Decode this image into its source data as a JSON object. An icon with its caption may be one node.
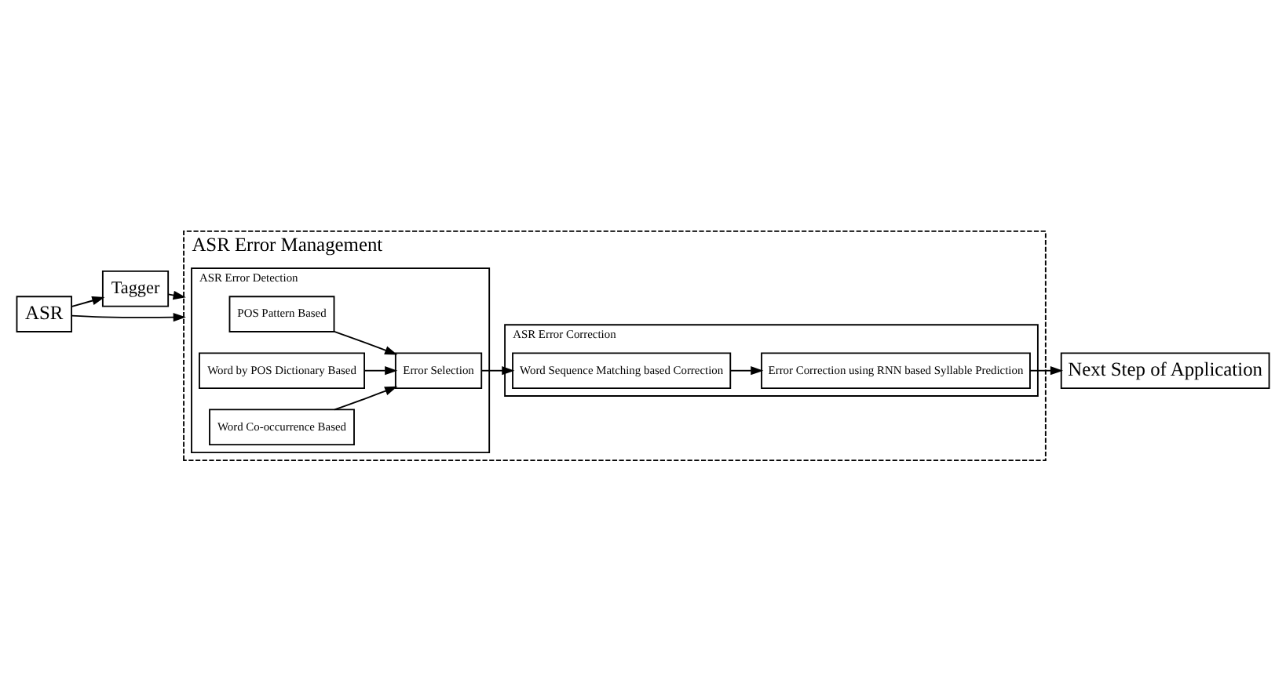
{
  "diagram": {
    "nodes": [
      {
        "text": [
          "ASR"
        ]
      },
      {
        "text": [
          "Tagger"
        ]
      },
      {
        "text": [
          "ASR Error Management"
        ]
      },
      {
        "text": [
          "ASR Error Detection"
        ],
        "in": 2
      },
      {
        "text": [
          "POS Pattern Based"
        ],
        "in": 3
      },
      {
        "text": [
          "Word by POS Dictionary Based"
        ],
        "in": 3
      },
      {
        "text": [
          "Word Co-occurrence Based"
        ],
        "in": 3
      },
      {
        "text": [
          "Error Selection"
        ],
        "in": 3
      },
      {
        "text": [
          "ASR Error Correction"
        ],
        "in": 2
      },
      {
        "text": [
          "Word Sequence Matching based Correction"
        ],
        "in": 8
      },
      {
        "text": [
          "Error Correction using RNN based Syllable Prediction"
        ],
        "in": 8
      },
      {
        "text": [
          "Next Step of Application"
        ]
      }
    ],
    "edges": [
      {
        "from": 0,
        "to": 1,
        "arrow": "to"
      },
      {
        "from": 0,
        "to": 2,
        "arrow": "to"
      },
      {
        "from": 1,
        "to": 2,
        "arrow": "to"
      },
      {
        "from": 4,
        "to": 7,
        "arrow": "to"
      },
      {
        "from": 5,
        "to": 7,
        "arrow": "to"
      },
      {
        "from": 6,
        "to": 7,
        "arrow": "to"
      },
      {
        "from": 7,
        "to": 9,
        "arrow": "to"
      },
      {
        "from": 9,
        "to": 10,
        "arrow": "to"
      },
      {
        "from": 10,
        "to": 11,
        "arrow": "to"
      }
    ]
  }
}
